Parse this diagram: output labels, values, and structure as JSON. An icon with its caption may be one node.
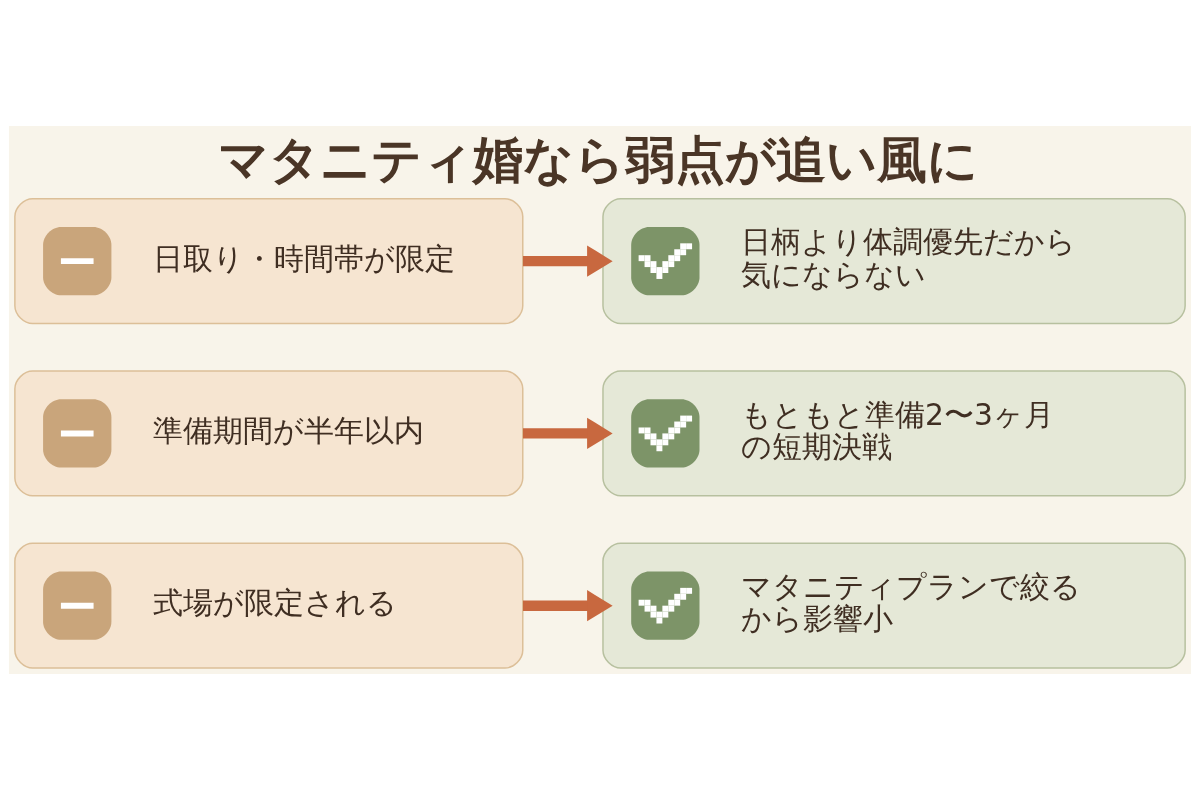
{
  "diagram": {
    "title": "マタニティ婚なら弱点が追い風に",
    "nodes": [
      {
        "text": [
          "日取り・時間帯が限定"
        ]
      },
      {
        "text": [
          "日柄より体調優先だから気にならない"
        ]
      },
      {
        "text": [
          "準備期間が半年以内"
        ]
      },
      {
        "text": [
          "もともと準備2〜3ヶ月の短期決戦"
        ]
      },
      {
        "text": [
          "式場が限定される"
        ]
      },
      {
        "text": [
          "マタニティプランで絞るから影響小"
        ]
      }
    ],
    "edges": [
      {
        "from": 0,
        "to": 1,
        "arrow": "to"
      },
      {
        "from": 2,
        "to": 3,
        "arrow": "to"
      },
      {
        "from": 4,
        "to": 5,
        "arrow": "to"
      }
    ]
  }
}
